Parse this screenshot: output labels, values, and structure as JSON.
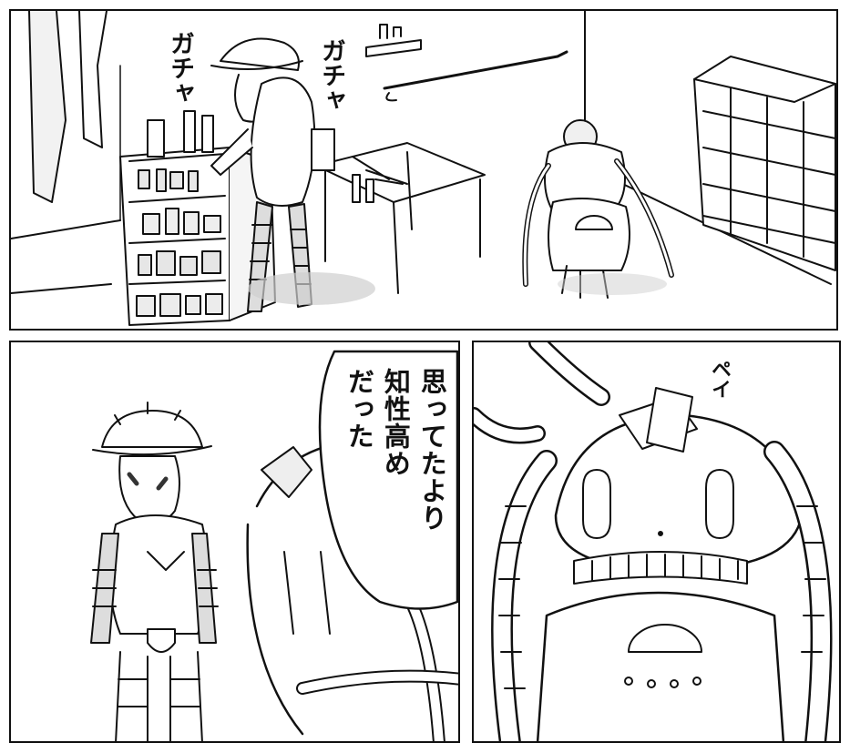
{
  "sfx": {
    "gacha_left": "ガチャ",
    "gacha_right": "ガチャ",
    "pei": "ペイ"
  },
  "dialogue": {
    "line_1": "思ってたより",
    "line_2": "知性高め",
    "line_3": "だった"
  }
}
